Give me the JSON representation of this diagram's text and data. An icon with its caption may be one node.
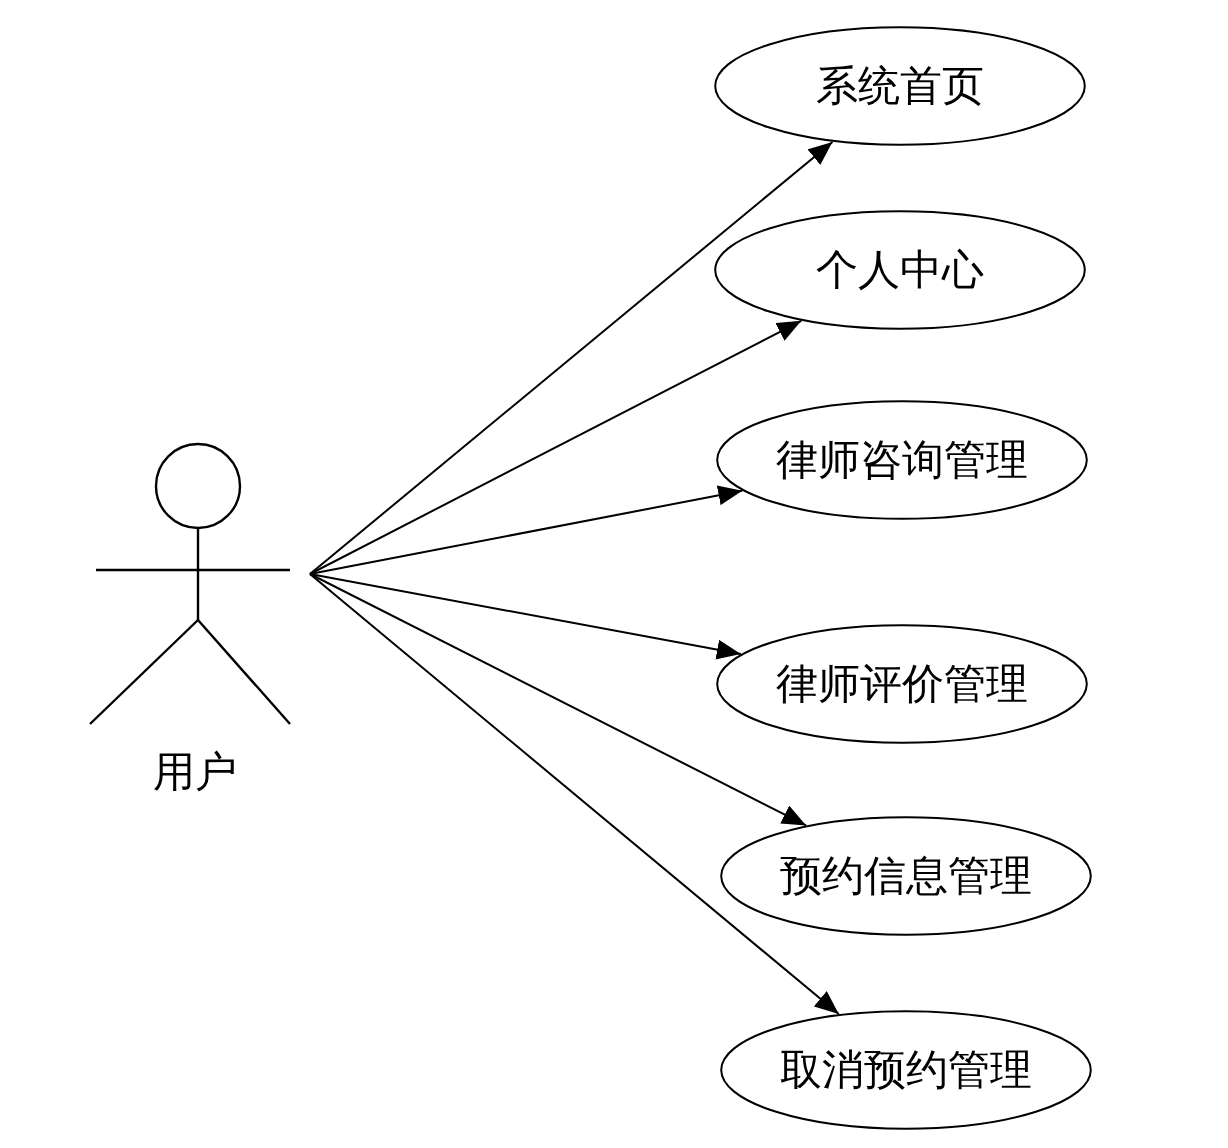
{
  "diagram": {
    "nodes": [
      {
        "text": [
          "用户"
        ]
      },
      {
        "text": [
          "系统首页"
        ]
      },
      {
        "text": [
          "个人中心"
        ]
      },
      {
        "text": [
          "律师咨询管理"
        ]
      },
      {
        "text": [
          "律师评价管理"
        ]
      },
      {
        "text": [
          "预约信息管理"
        ]
      },
      {
        "text": [
          "取消预约管理"
        ]
      }
    ],
    "edges": [
      {
        "from": 0,
        "to": 1,
        "arrow": "to"
      },
      {
        "from": 0,
        "to": 2,
        "arrow": "to"
      },
      {
        "from": 0,
        "to": 3,
        "arrow": "to"
      },
      {
        "from": 0,
        "to": 4,
        "arrow": "to"
      },
      {
        "from": 0,
        "to": 5,
        "arrow": "to"
      },
      {
        "from": 0,
        "to": 6,
        "arrow": "to"
      }
    ]
  }
}
